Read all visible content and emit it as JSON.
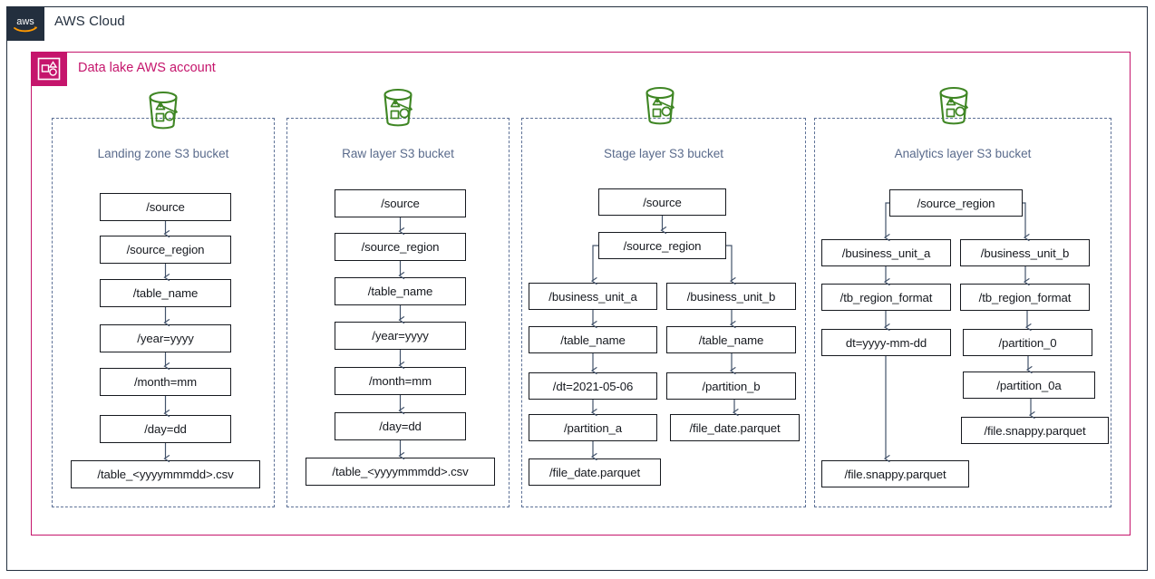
{
  "cloud": {
    "title": "AWS Cloud",
    "logo_icon": "aws-logo-icon",
    "border_color": "#232f3e"
  },
  "account": {
    "title": "Data lake AWS account",
    "icon": "aws-account-icon",
    "border_color": "#c5156c"
  },
  "icons": {
    "bucket": "s3-bucket-icon",
    "bucket_color": "#3f8624"
  },
  "groups": [
    {
      "id": "landing-zone",
      "title": "Landing zone S3 bucket",
      "nodes": [
        {
          "id": "lz-1",
          "label": "/source"
        },
        {
          "id": "lz-2",
          "label": "/source_region"
        },
        {
          "id": "lz-3",
          "label": "/table_name"
        },
        {
          "id": "lz-4",
          "label": "/year=yyyy"
        },
        {
          "id": "lz-5",
          "label": "/month=mm"
        },
        {
          "id": "lz-6",
          "label": "/day=dd"
        },
        {
          "id": "lz-7",
          "label": "/table_<yyyymmmdd>.csv"
        }
      ]
    },
    {
      "id": "raw-layer",
      "title": "Raw layer S3 bucket",
      "nodes": [
        {
          "id": "rw-1",
          "label": "/source"
        },
        {
          "id": "rw-2",
          "label": "/source_region"
        },
        {
          "id": "rw-3",
          "label": "/table_name"
        },
        {
          "id": "rw-4",
          "label": "/year=yyyy"
        },
        {
          "id": "rw-5",
          "label": "/month=mm"
        },
        {
          "id": "rw-6",
          "label": "/day=dd"
        },
        {
          "id": "rw-7",
          "label": "/table_<yyyymmmdd>.csv"
        }
      ]
    },
    {
      "id": "stage-layer",
      "title": "Stage layer S3 bucket",
      "nodes": [
        {
          "id": "st-1",
          "label": "/source"
        },
        {
          "id": "st-2",
          "label": "/source_region"
        },
        {
          "id": "st-a1",
          "label": "/business_unit_a"
        },
        {
          "id": "st-b1",
          "label": "/business_unit_b"
        },
        {
          "id": "st-a2",
          "label": "/table_name"
        },
        {
          "id": "st-b2",
          "label": "/table_name"
        },
        {
          "id": "st-a3",
          "label": "/dt=2021-05-06"
        },
        {
          "id": "st-b3",
          "label": "/partition_b"
        },
        {
          "id": "st-a4",
          "label": "/partition_a"
        },
        {
          "id": "st-b4",
          "label": "/file_date.parquet"
        },
        {
          "id": "st-a5",
          "label": "/file_date.parquet"
        }
      ]
    },
    {
      "id": "analytics-layer",
      "title": "Analytics layer S3 bucket",
      "nodes": [
        {
          "id": "an-1",
          "label": "/source_region"
        },
        {
          "id": "an-a1",
          "label": "/business_unit_a"
        },
        {
          "id": "an-b1",
          "label": "/business_unit_b"
        },
        {
          "id": "an-a2",
          "label": "/tb_region_format"
        },
        {
          "id": "an-b2",
          "label": "/tb_region_format"
        },
        {
          "id": "an-a3",
          "label": "dt=yyyy-mm-dd"
        },
        {
          "id": "an-b3",
          "label": "/partition_0"
        },
        {
          "id": "an-b4",
          "label": "/partition_0a"
        },
        {
          "id": "an-b5",
          "label": "/file.snappy.parquet"
        },
        {
          "id": "an-a4",
          "label": "/file.snappy.parquet"
        }
      ]
    }
  ],
  "colors": {
    "connector": "#43536b",
    "box_border": "#16191f",
    "group_border": "#5c7096",
    "group_label": "#5a6b8c",
    "account_magenta": "#c5156c",
    "cloud_navy": "#232f3e",
    "s3_green": "#3f8624"
  }
}
